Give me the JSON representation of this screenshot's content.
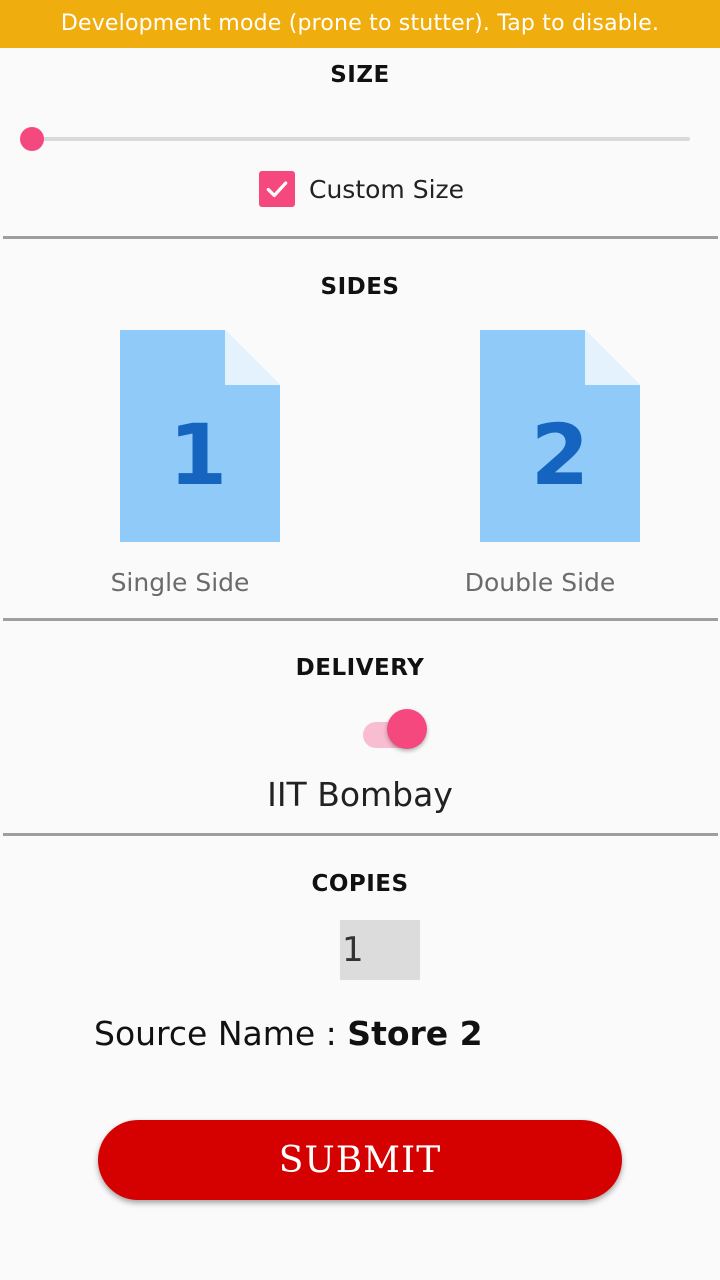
{
  "dev_banner": "Development mode (prone to stutter). Tap to disable.",
  "size": {
    "title": "SIZE",
    "slider_value": 0,
    "custom_size_checked": true,
    "custom_size_label": "Custom Size"
  },
  "sides": {
    "title": "SIDES",
    "options": [
      {
        "number": "1",
        "label": "Single Side"
      },
      {
        "number": "2",
        "label": "Double Side"
      }
    ]
  },
  "delivery": {
    "title": "DELIVERY",
    "toggle_on": true,
    "value": "IIT Bombay"
  },
  "copies": {
    "title": "COPIES",
    "value": "1"
  },
  "source": {
    "label": "Source Name : ",
    "value": "Store 2"
  },
  "submit_label": "SUBMIT",
  "colors": {
    "accent": "#f5487f",
    "dev_banner": "#f0ad0e",
    "submit": "#d50000",
    "page_icon": "#90caf9",
    "page_number": "#1565c0"
  }
}
